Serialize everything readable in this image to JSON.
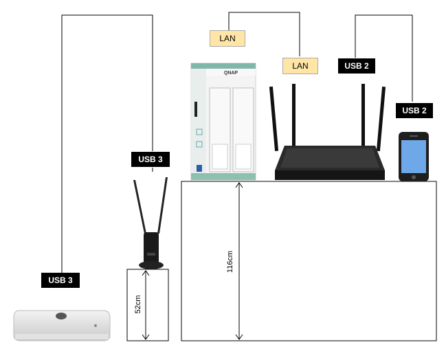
{
  "labels": {
    "lan_nas": "LAN",
    "lan_router": "LAN",
    "usb2_router": "USB 2",
    "usb2_phone": "USB 2",
    "usb3_adapter": "USB 3",
    "usb3_mac": "USB 3"
  },
  "dimensions": {
    "stool_height": "52cm",
    "table_height": "116cm"
  },
  "nas_brand": "QNAP",
  "colors": {
    "lan_fill": "#ffe6a6",
    "usb_fill": "#000000",
    "nas_accent": "#7fb8a8"
  }
}
